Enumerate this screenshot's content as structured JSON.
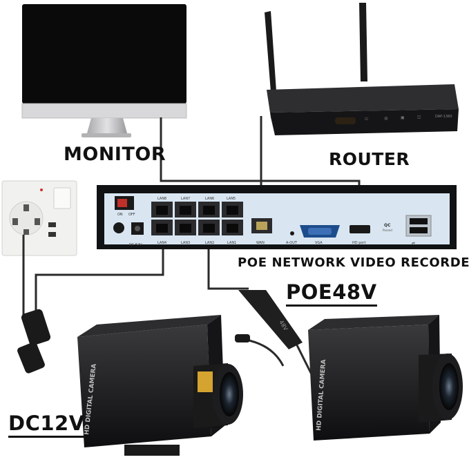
{
  "labels": {
    "monitor": "MONITOR",
    "router": "ROUTER",
    "nvr": "POE NETWORK VIDEO RECORDER",
    "poe": "POE48V",
    "dc": "DC12V"
  },
  "nvr_ports": {
    "lan_top": [
      "LAN8",
      "LAN7",
      "LAN6",
      "LAN5"
    ],
    "lan_bottom": [
      "LAN4",
      "LAN3",
      "LAN2",
      "LAN1"
    ],
    "wan": "WAN",
    "aout": "A-OUT",
    "vga": "VGA",
    "hdport": "HD port",
    "power": "DC 52V",
    "on": "ON",
    "off": "OFF",
    "qc": "QC",
    "qc_sub": "Passed"
  },
  "router_model": "DAP-1360",
  "camera_text": "HD DIGITAL CAMERA",
  "poe_cable_text": "48V",
  "colors": {
    "device": "#1b1b1d",
    "nvr_panel": "#d9e6f2",
    "cable": "#2a2a2a",
    "screen": "#050505"
  }
}
